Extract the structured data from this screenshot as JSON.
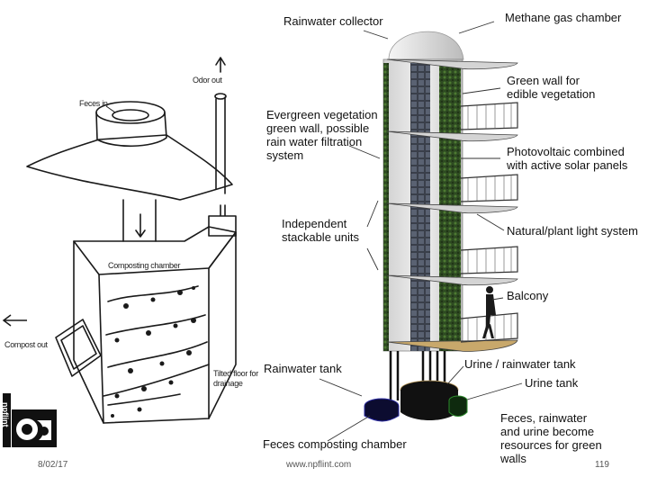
{
  "sketch": {
    "feces_in": "Feces in",
    "odor_out": "Odor out",
    "composting_chamber": "Composting chamber",
    "compost_out": "Compost out",
    "tilted_floor": "Tilted floor for drainage"
  },
  "logo": {
    "text": "npflint"
  },
  "tower": {
    "rainwater_collector": "Rainwater collector",
    "methane_chamber": "Methane gas chamber",
    "green_wall_line1": "Green wall for",
    "green_wall_line2": "edible vegetation",
    "evergreen_line1": "Evergreen vegetation",
    "evergreen_line2": "green wall, possible",
    "evergreen_line3": "rain water filtration",
    "evergreen_line4": "system",
    "pv_line1": "Photovoltaic combined",
    "pv_line2": "with active solar panels",
    "independent_line1": "Independent",
    "independent_line2": "stackable units",
    "natural_light": "Natural/plant light system",
    "balcony": "Balcony",
    "rainwater_tank": "Rainwater tank",
    "urine_rainwater_tank": "Urine / rainwater  tank",
    "urine_tank": "Urine tank",
    "feces_line1": "Feces, rainwater",
    "feces_line2": "and urine become",
    "feces_line3": "resources for green",
    "feces_line4": "walls",
    "feces_composting": "Feces composting chamber"
  },
  "footer": {
    "date": "8/02/17",
    "url": "www.npflint.com",
    "page": "119"
  }
}
